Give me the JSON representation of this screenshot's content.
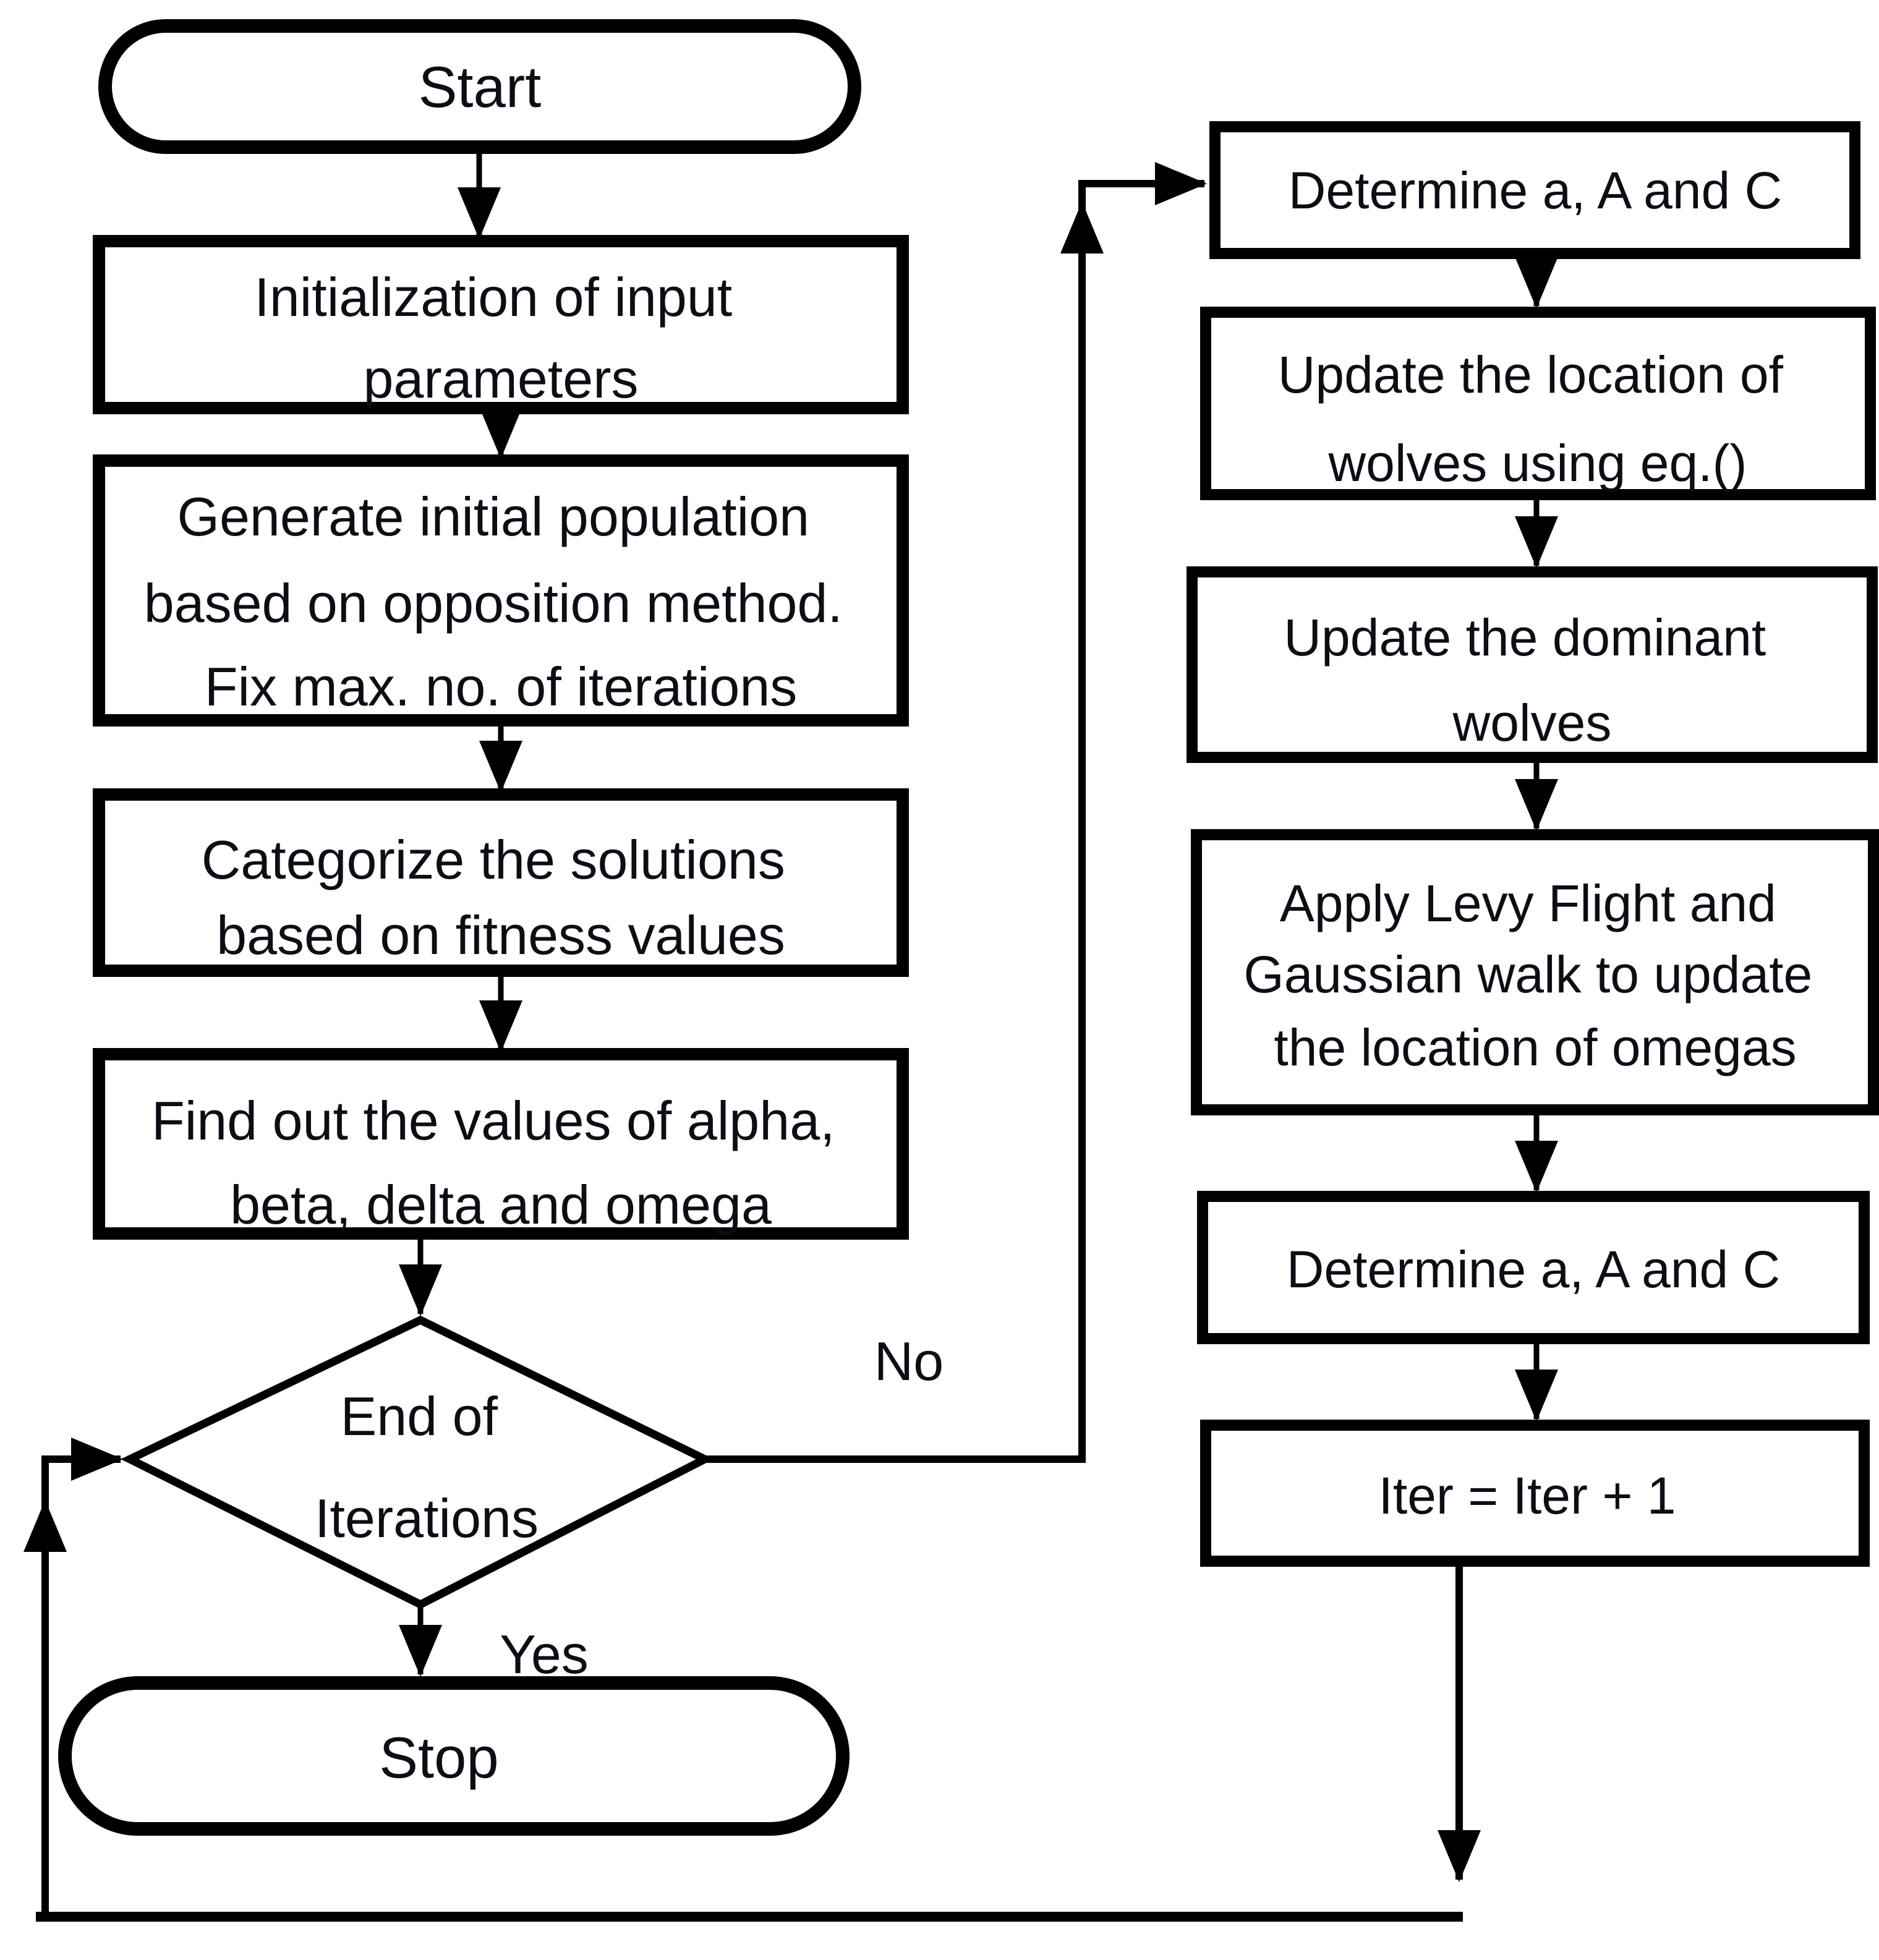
{
  "flowchart": {
    "colors": {
      "line": "#000000",
      "text": "#0d0d15",
      "background": "#ffffff"
    },
    "edge_labels": {
      "yes": "Yes",
      "no": "No"
    },
    "nodes": {
      "start": {
        "type": "terminator",
        "label": "Start",
        "lines": [
          "Start"
        ]
      },
      "init_params": {
        "type": "process",
        "label": "Initialization of input parameters",
        "lines": [
          "Initialization of input",
          "parameters"
        ]
      },
      "gen_population": {
        "type": "process",
        "label": "Generate initial population based on opposition method. Fix max. no. of iterations",
        "lines": [
          "Generate initial population",
          "based on opposition method.",
          "Fix max. no. of iterations"
        ]
      },
      "categorize": {
        "type": "process",
        "label": "Categorize the solutions based on fitness values",
        "lines": [
          "Categorize the solutions",
          "based on fitness values"
        ]
      },
      "find_values": {
        "type": "process",
        "label": "Find out the values of alpha, beta, delta and omega",
        "lines": [
          "Find out the values of alpha,",
          "beta, delta and omega"
        ]
      },
      "end_iterations": {
        "type": "decision",
        "label": "End of Iterations",
        "lines": [
          "End of",
          "Iterations"
        ]
      },
      "stop": {
        "type": "terminator",
        "label": "Stop",
        "lines": [
          "Stop"
        ]
      },
      "determine_a1": {
        "type": "process",
        "label": "Determine a, A and C",
        "lines": [
          "Determine a, A and C"
        ]
      },
      "update_location": {
        "type": "process",
        "label": "Update the location of wolves using eq.()",
        "lines": [
          "Update the location of",
          "wolves using eq.()"
        ]
      },
      "update_dominant": {
        "type": "process",
        "label": "Update the dominant wolves",
        "lines": [
          "Update the dominant",
          "wolves"
        ]
      },
      "levy_flight": {
        "type": "process",
        "label": "Apply Levy Flight and Gaussian walk to update the location of omegas",
        "lines": [
          "Apply Levy Flight and",
          "Gaussian walk to update",
          "the location of omegas"
        ]
      },
      "determine_a2": {
        "type": "process",
        "label": "Determine a, A and C",
        "lines": [
          "Determine a, A and C"
        ]
      },
      "iter_increment": {
        "type": "process",
        "label": "Iter = Iter + 1",
        "lines": [
          "Iter = Iter + 1"
        ]
      }
    }
  }
}
